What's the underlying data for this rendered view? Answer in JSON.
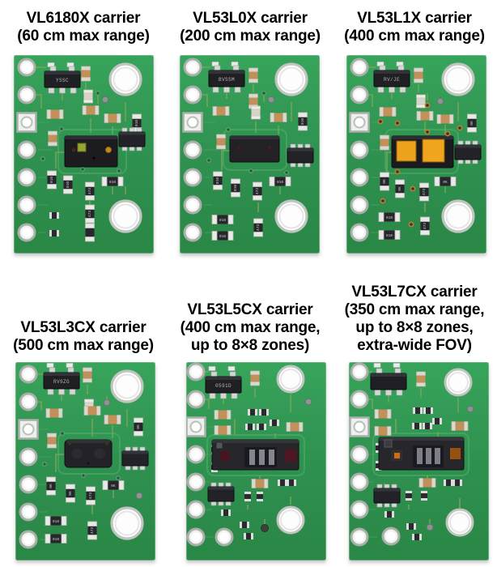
{
  "page": {
    "background": "#ffffff",
    "description_colors": {
      "pcb_green": "#2f9150",
      "sensor_window_orange": "#f0a51e",
      "label_text": "#000000"
    }
  },
  "boards": [
    {
      "id": "vl6180x",
      "title_lines": [
        "VL6180X carrier",
        "(60 cm max range)"
      ],
      "reg_marking": "YSSC"
    },
    {
      "id": "vl53l0x",
      "title_lines": [
        "VL53L0X carrier",
        "(200 cm max range)"
      ],
      "reg_marking": "BVSSM"
    },
    {
      "id": "vl53l1x",
      "title_lines": [
        "VL53L1X carrier",
        "(400 cm max range)"
      ],
      "reg_marking": "RV/JE"
    },
    {
      "id": "vl53l3cx",
      "title_lines": [
        "VL53L3CX carrier",
        "(500 cm max range)"
      ],
      "reg_marking": "RV9ZG"
    },
    {
      "id": "vl53l5cx",
      "title_lines": [
        "VL53L5CX carrier",
        "(400 cm max range,",
        "up to 8×8 zones)"
      ],
      "reg_marking": "0591D"
    },
    {
      "id": "vl53l7cx",
      "title_lines": [
        "VL53L7CX carrier",
        "(350 cm max range,",
        "up to 8×8 zones,",
        "extra-wide FOV)"
      ],
      "reg_marking": ""
    }
  ],
  "passive_markings": {
    "r010": "010",
    "r0k": "0K",
    "r473": "473"
  }
}
